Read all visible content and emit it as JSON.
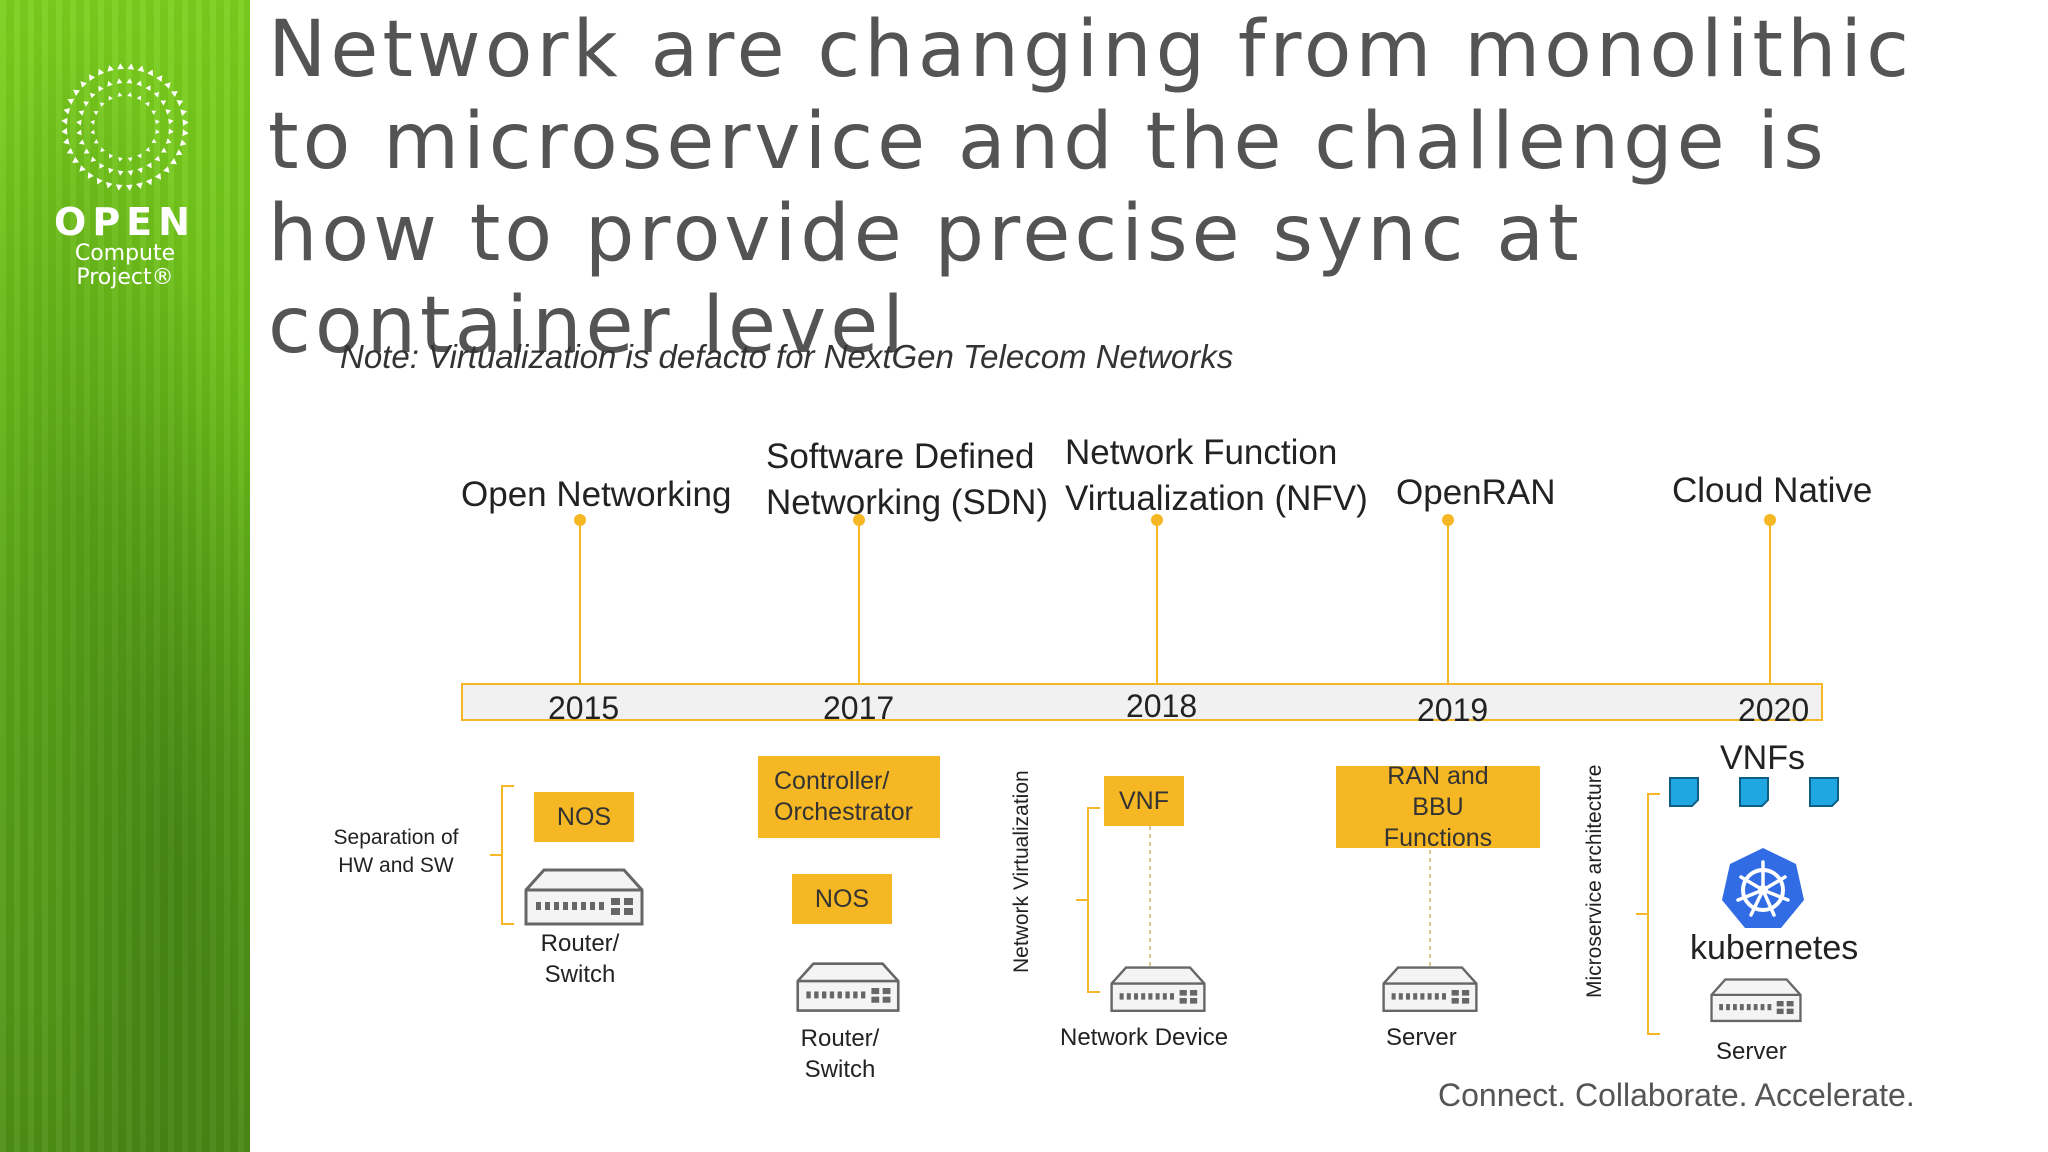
{
  "logo": {
    "open": "OPEN",
    "compute": "Compute",
    "project": "Project®"
  },
  "title": "Network are changing from monolithic to microservice and the challenge is how to provide precise sync at container level",
  "note": "Note: Virtualization is defacto for NextGen Telecom Networks",
  "timeline": [
    {
      "era": "Open Networking",
      "year": "2015"
    },
    {
      "era": "Software Defined Networking (SDN)",
      "year": "2017"
    },
    {
      "era": "Network Function Virtualization (NFV)",
      "year": "2018"
    },
    {
      "era": "OpenRAN",
      "year": "2019"
    },
    {
      "era": "Cloud Native",
      "year": "2020"
    }
  ],
  "stages": {
    "open_networking": {
      "side_label": "Separation of HW and SW",
      "box": "NOS",
      "device": "Router/ Switch"
    },
    "sdn": {
      "box_top": "Controller/ Orchestrator",
      "box": "NOS",
      "device": "Router/ Switch"
    },
    "nfv": {
      "side_label": "Network Virtualization",
      "box": "VNF",
      "device": "Network Device"
    },
    "openran": {
      "box": "RAN and BBU Functions",
      "device": "Server"
    },
    "cloud_native": {
      "vnfs_label": "VNFs",
      "side_label": "Microservice architecture",
      "platform": "kubernetes",
      "device": "Server"
    }
  },
  "footer": "Connect. Collaborate. Accelerate.",
  "colors": {
    "accent": "#f5b723",
    "sidebar": "#6cbf19",
    "vnf_blue": "#1ea7e1",
    "k8s_blue": "#326ce5"
  }
}
